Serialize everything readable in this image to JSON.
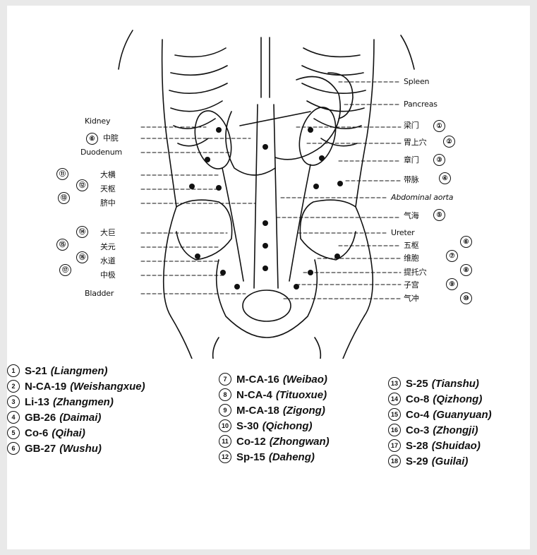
{
  "left_labels": [
    {
      "key": "kidney",
      "text": "Kidney"
    },
    {
      "key": "zhongwan",
      "circle": "⑥",
      "text": "中脘"
    },
    {
      "key": "duodenum",
      "text": "Duodenum"
    },
    {
      "key": "daheng",
      "circle": "⑪",
      "text": "大横"
    },
    {
      "key": "tianshu",
      "circle": "⑫",
      "text": "天枢"
    },
    {
      "key": "qizhong",
      "circle": "⑬",
      "text": "脐中"
    },
    {
      "key": "daju",
      "circle": "⑭",
      "text": "大巨"
    },
    {
      "key": "guanyuan",
      "circle": "⑮",
      "text": "关元"
    },
    {
      "key": "shuidao",
      "circle": "⑯",
      "text": "水道"
    },
    {
      "key": "zhongji",
      "circle": "⑰",
      "text": "中极"
    },
    {
      "key": "bladder",
      "text": "Bladder"
    }
  ],
  "right_labels": [
    {
      "key": "spleen",
      "text": "Spleen"
    },
    {
      "key": "pancreas",
      "text": "Pancreas"
    },
    {
      "key": "liangmen",
      "text": "梁门",
      "circle": "①"
    },
    {
      "key": "weishang",
      "text": "胃上穴",
      "circle": "②"
    },
    {
      "key": "zhangmen",
      "text": "章门",
      "circle": "③"
    },
    {
      "key": "daimai",
      "text": "带脉",
      "circle": "④"
    },
    {
      "key": "abdominal_aorta",
      "text": "Abdominal aorta"
    },
    {
      "key": "qihai",
      "text": "气海",
      "circle": "⑤"
    },
    {
      "key": "ureter",
      "text": "Ureter"
    },
    {
      "key": "wushu",
      "text": "五枢",
      "circle": "⑥"
    },
    {
      "key": "weibao",
      "text": "维胞",
      "circle": "⑦"
    },
    {
      "key": "tituo",
      "text": "提托穴",
      "circle": "⑧"
    },
    {
      "key": "zigong",
      "text": "子宫",
      "circle": "⑨"
    },
    {
      "key": "qichong",
      "text": "气冲",
      "circle": "⑩"
    }
  ],
  "legend": [
    {
      "num": "1",
      "code": "S-21",
      "pinyin": "(Liangmen)"
    },
    {
      "num": "2",
      "code": "N-CA-19",
      "pinyin": "(Weishangxue)"
    },
    {
      "num": "3",
      "code": "Li-13",
      "pinyin": "(Zhangmen)"
    },
    {
      "num": "4",
      "code": "GB-26",
      "pinyin": "(Daimai)"
    },
    {
      "num": "5",
      "code": "Co-6",
      "pinyin": "(Qihai)"
    },
    {
      "num": "6",
      "code": "GB-27",
      "pinyin": "(Wushu)"
    },
    {
      "num": "7",
      "code": "M-CA-16",
      "pinyin": "(Weibao)"
    },
    {
      "num": "8",
      "code": "N-CA-4",
      "pinyin": "(Tituoxue)"
    },
    {
      "num": "9",
      "code": "M-CA-18",
      "pinyin": "(Zigong)"
    },
    {
      "num": "10",
      "code": "S-30",
      "pinyin": "(Qichong)"
    },
    {
      "num": "11",
      "code": "Co-12",
      "pinyin": "(Zhongwan)"
    },
    {
      "num": "12",
      "code": "Sp-15",
      "pinyin": "(Daheng)"
    },
    {
      "num": "13",
      "code": "S-25",
      "pinyin": "(Tianshu)"
    },
    {
      "num": "14",
      "code": "Co-8",
      "pinyin": "(Qizhong)"
    },
    {
      "num": "15",
      "code": "Co-4",
      "pinyin": "(Guanyuan)"
    },
    {
      "num": "16",
      "code": "Co-3",
      "pinyin": "(Zhongji)"
    },
    {
      "num": "17",
      "code": "S-28",
      "pinyin": "(Shuidao)"
    },
    {
      "num": "18",
      "code": "S-29",
      "pinyin": "(Guilai)"
    }
  ]
}
